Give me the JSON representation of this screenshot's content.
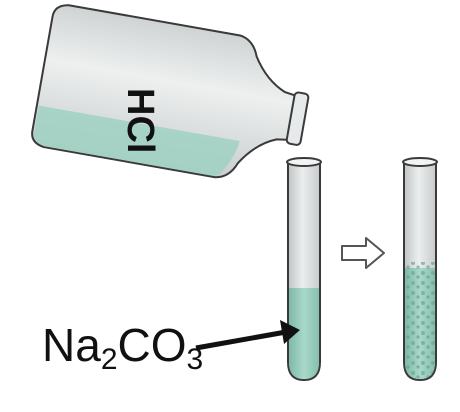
{
  "bottle": {
    "label": "HCl"
  },
  "reagent": {
    "main": "Na",
    "sub1": "2",
    "mid": "CO",
    "sub2": "3"
  },
  "colors": {
    "liquid": "#9fd1c3",
    "glass": "#e3e6e6",
    "outline": "#2b2b2b",
    "arrow": "#111111"
  },
  "icons": {
    "reaction_arrow": "outline-arrow-right-icon"
  }
}
